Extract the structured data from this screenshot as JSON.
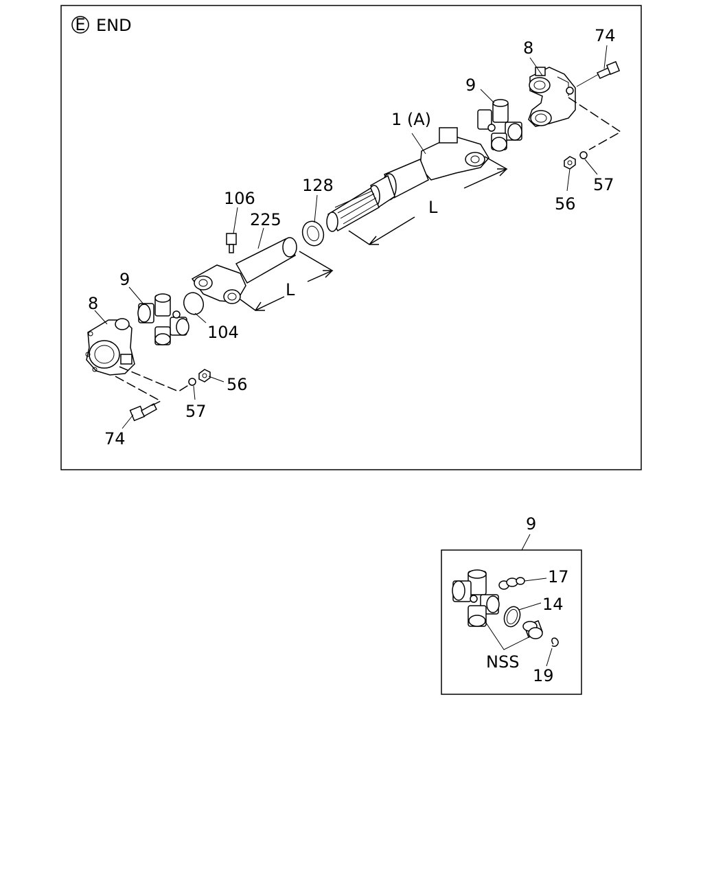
{
  "header": {
    "circle_letter": "E",
    "title": "END"
  },
  "callouts": {
    "c8_right": "8",
    "c74_right": "74",
    "c9_right": "9",
    "c1a": "1 (A)",
    "c56_right": "56",
    "c57_right": "57",
    "c128": "128",
    "c106": "106",
    "c225": "225",
    "c9_left": "9",
    "c8_left": "8",
    "c104": "104",
    "c56_left": "56",
    "c57_left": "57",
    "c74_left": "74"
  },
  "dimensions": {
    "l_upper": "L",
    "l_lower": "L"
  },
  "inset": {
    "title": "9",
    "c17": "17",
    "c14": "14",
    "nss": "NSS",
    "c19": "19"
  }
}
